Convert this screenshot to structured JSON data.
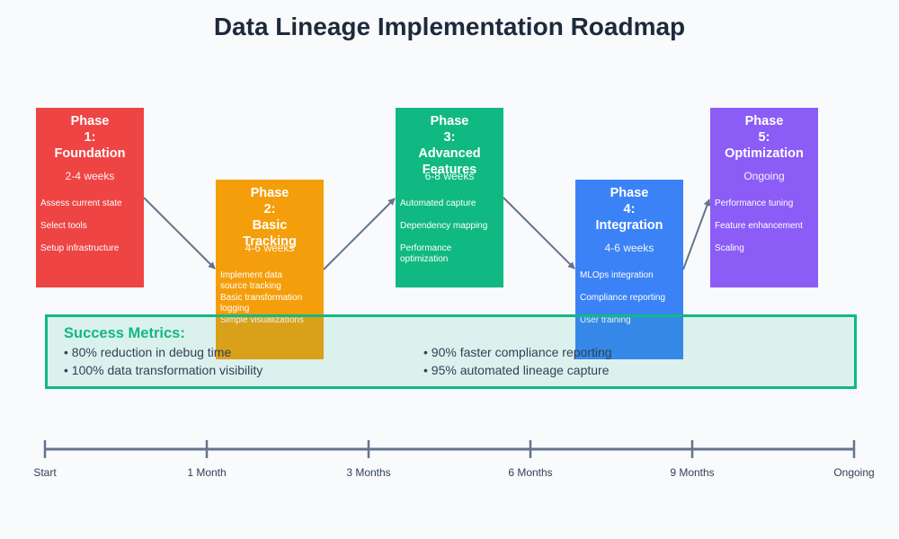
{
  "title": "Data Lineage Implementation Roadmap",
  "phases": [
    {
      "name_lines": [
        "Phase",
        "1:",
        "Foundation"
      ],
      "duration": "2-4 weeks",
      "color": "#ef4444",
      "items": [
        "Assess current state",
        "Select tools",
        "Setup infrastructure"
      ]
    },
    {
      "name_lines": [
        "Phase",
        "2:",
        "Basic",
        "Tracking"
      ],
      "duration": "4-6 weeks",
      "color": "#f59e0b",
      "items": [
        "Implement data source tracking",
        "Basic transformation logging",
        "Simple visualizations"
      ]
    },
    {
      "name_lines": [
        "Phase",
        "3:",
        "Advanced",
        "Features"
      ],
      "duration": "6-8 weeks",
      "color": "#10b981",
      "items": [
        "Automated capture",
        "Dependency mapping",
        "Performance optimization"
      ]
    },
    {
      "name_lines": [
        "Phase",
        "4:",
        "Integration"
      ],
      "duration": "4-6 weeks",
      "color": "#3b82f6",
      "items": [
        "MLOps integration",
        "Compliance reporting",
        "User training"
      ]
    },
    {
      "name_lines": [
        "Phase",
        "5:",
        "Optimization"
      ],
      "duration": "Ongoing",
      "color": "#8b5cf6",
      "items": [
        "Performance tuning",
        "Feature enhancement",
        "Scaling"
      ]
    }
  ],
  "metrics": {
    "title": "Success Metrics:",
    "items": [
      "• 80% reduction in debug time",
      "• 90% faster compliance reporting",
      "• 100% data transformation visibility",
      "• 95% automated lineage capture"
    ]
  },
  "timeline": {
    "labels": [
      "Start",
      "1 Month",
      "3 Months",
      "6 Months",
      "9 Months",
      "Ongoing"
    ]
  }
}
